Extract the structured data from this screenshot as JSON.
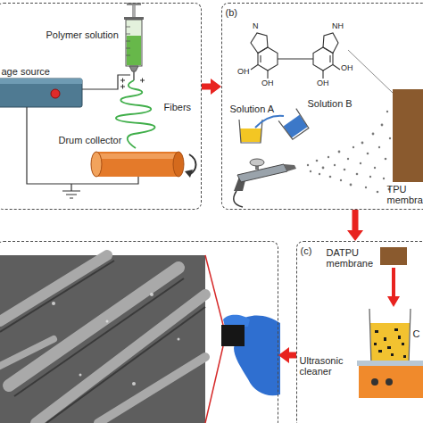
{
  "diagram": {
    "nodes": [
      {
        "text": [
          "Polymer solution",
          "age source",
          "Fibers",
          "Drum collector"
        ]
      },
      {
        "text": [
          "(b)",
          "Solution B",
          "Solution A",
          "TPU membra"
        ]
      },
      {
        "text": [
          "(c)",
          "DATPU membrane",
          "Ultrasonic cleaner",
          "C"
        ]
      },
      {
        "text": []
      }
    ],
    "edges": [
      {
        "from": 0,
        "to": 1,
        "arrow": "to"
      },
      {
        "from": 1,
        "to": 2,
        "arrow": "to"
      },
      {
        "from": 2,
        "to": 3,
        "arrow": "to"
      }
    ],
    "labels": [
      "N",
      "NH",
      "OH",
      "OH",
      "OH",
      "OH"
    ]
  }
}
